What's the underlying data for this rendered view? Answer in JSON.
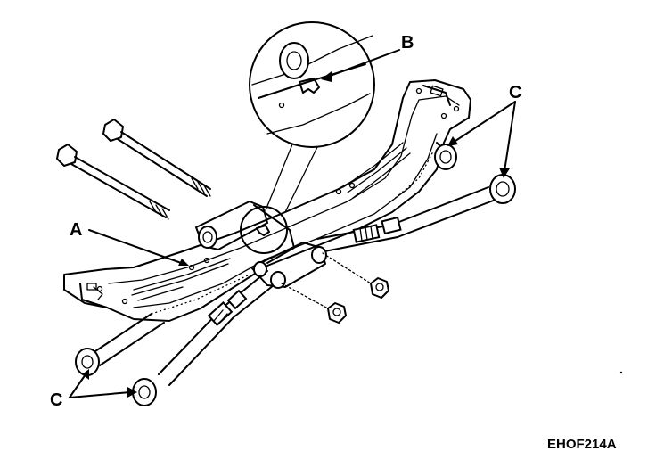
{
  "diagram": {
    "callouts": {
      "a": "A",
      "b": "B",
      "c_upper": "C",
      "c_lower": "C"
    },
    "figure_code": "EHOF214A"
  }
}
